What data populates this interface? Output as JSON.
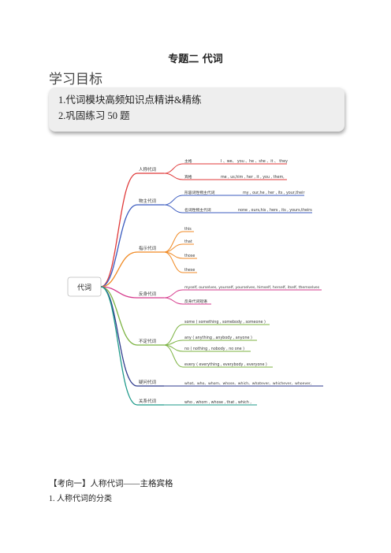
{
  "title": "专题二 代词",
  "heading": "学习目标",
  "goals": [
    "1.代词模块高频知识点精讲&精练",
    "2.巩固练习 50 题"
  ],
  "mindmap": {
    "root": "代词",
    "branches": [
      {
        "label": "人称代词",
        "color": "#e03a3a",
        "children": [
          {
            "label": "主格",
            "text": "I 、we、 you 、he 、she 、it 、 they"
          },
          {
            "label": "宾格",
            "text": "me , us,him , her , it , you , them,"
          }
        ]
      },
      {
        "label": "物主代词",
        "color": "#3b5bbf",
        "children": [
          {
            "label": "形容词性物主代词",
            "text": "my , our,he , her , its , your,their"
          },
          {
            "label": "名词性物主代词",
            "text": "none , ours,his , hers , its , yours,theirs"
          }
        ]
      },
      {
        "label": "指示代词",
        "color": "#f08a24",
        "children": [
          {
            "label": "this",
            "text": ""
          },
          {
            "label": "that",
            "text": ""
          },
          {
            "label": "those",
            "text": ""
          },
          {
            "label": "these",
            "text": ""
          }
        ]
      },
      {
        "label": "反身代词",
        "color": "#d63a8c",
        "children": [
          {
            "label": "myself, ourselves, yourself, yourselves, himself, herself, itself, themselves",
            "text": ""
          },
          {
            "label": "反身代词短语",
            "text": ""
          }
        ]
      },
      {
        "label": "不定代词",
        "color": "#7cb342",
        "children": [
          {
            "label": "some ( something , somebody , someone )",
            "text": ""
          },
          {
            "label": "any ( anything , anybody , anyone )",
            "text": ""
          },
          {
            "label": "no ( nothing , nobody , no one )",
            "text": ""
          },
          {
            "label": "every ( everything , everybody , everyone )",
            "text": ""
          }
        ]
      },
      {
        "label": "疑问代词",
        "color": "#2e3a8c",
        "children": [
          {
            "label": "what、who、whom、whose、which、whatever、whichever、whoever,",
            "text": ""
          }
        ]
      },
      {
        "label": "关系代词",
        "color": "#1e9a8a",
        "children": [
          {
            "label": "who , whom , whose , that , which ,",
            "text": ""
          }
        ]
      }
    ]
  },
  "footer": {
    "section": "【考向一】人称代词——主格宾格",
    "item": "1. 人称代词的分类"
  }
}
